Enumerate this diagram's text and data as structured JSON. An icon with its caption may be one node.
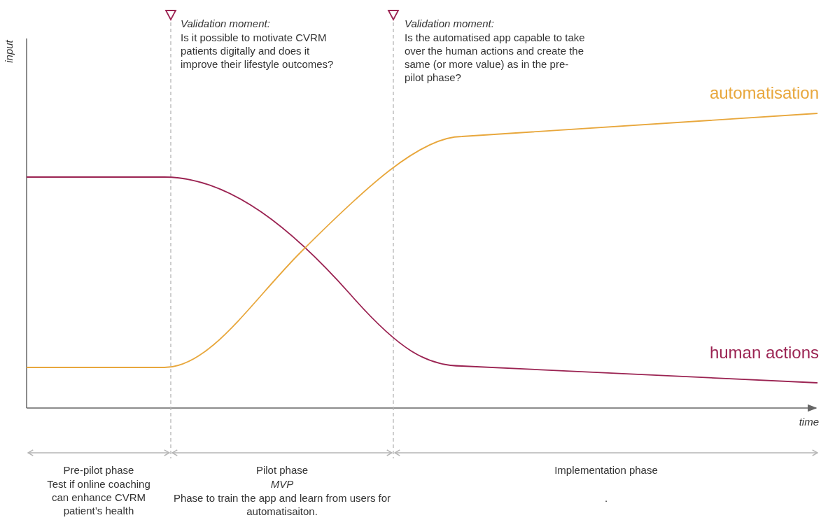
{
  "diagram": {
    "labels": [
      "input",
      "Validation moment:",
      "Is it possible to motivate CVRM patients digitally and does it improve their lifestyle outcomes?",
      "Validation moment:",
      "Is the automatised app capable to take over the human actions and create the same (or more value) as in the pre-pilot phase?",
      "automatisation",
      "human actions",
      "time",
      "Pre-pilot phase",
      "Test if online coaching can enhance CVRM patient’s health",
      "Pilot phase",
      "MVP",
      "Phase to train the app and learn from users for automatisaiton.",
      "Implementation phase",
      "."
    ]
  }
}
